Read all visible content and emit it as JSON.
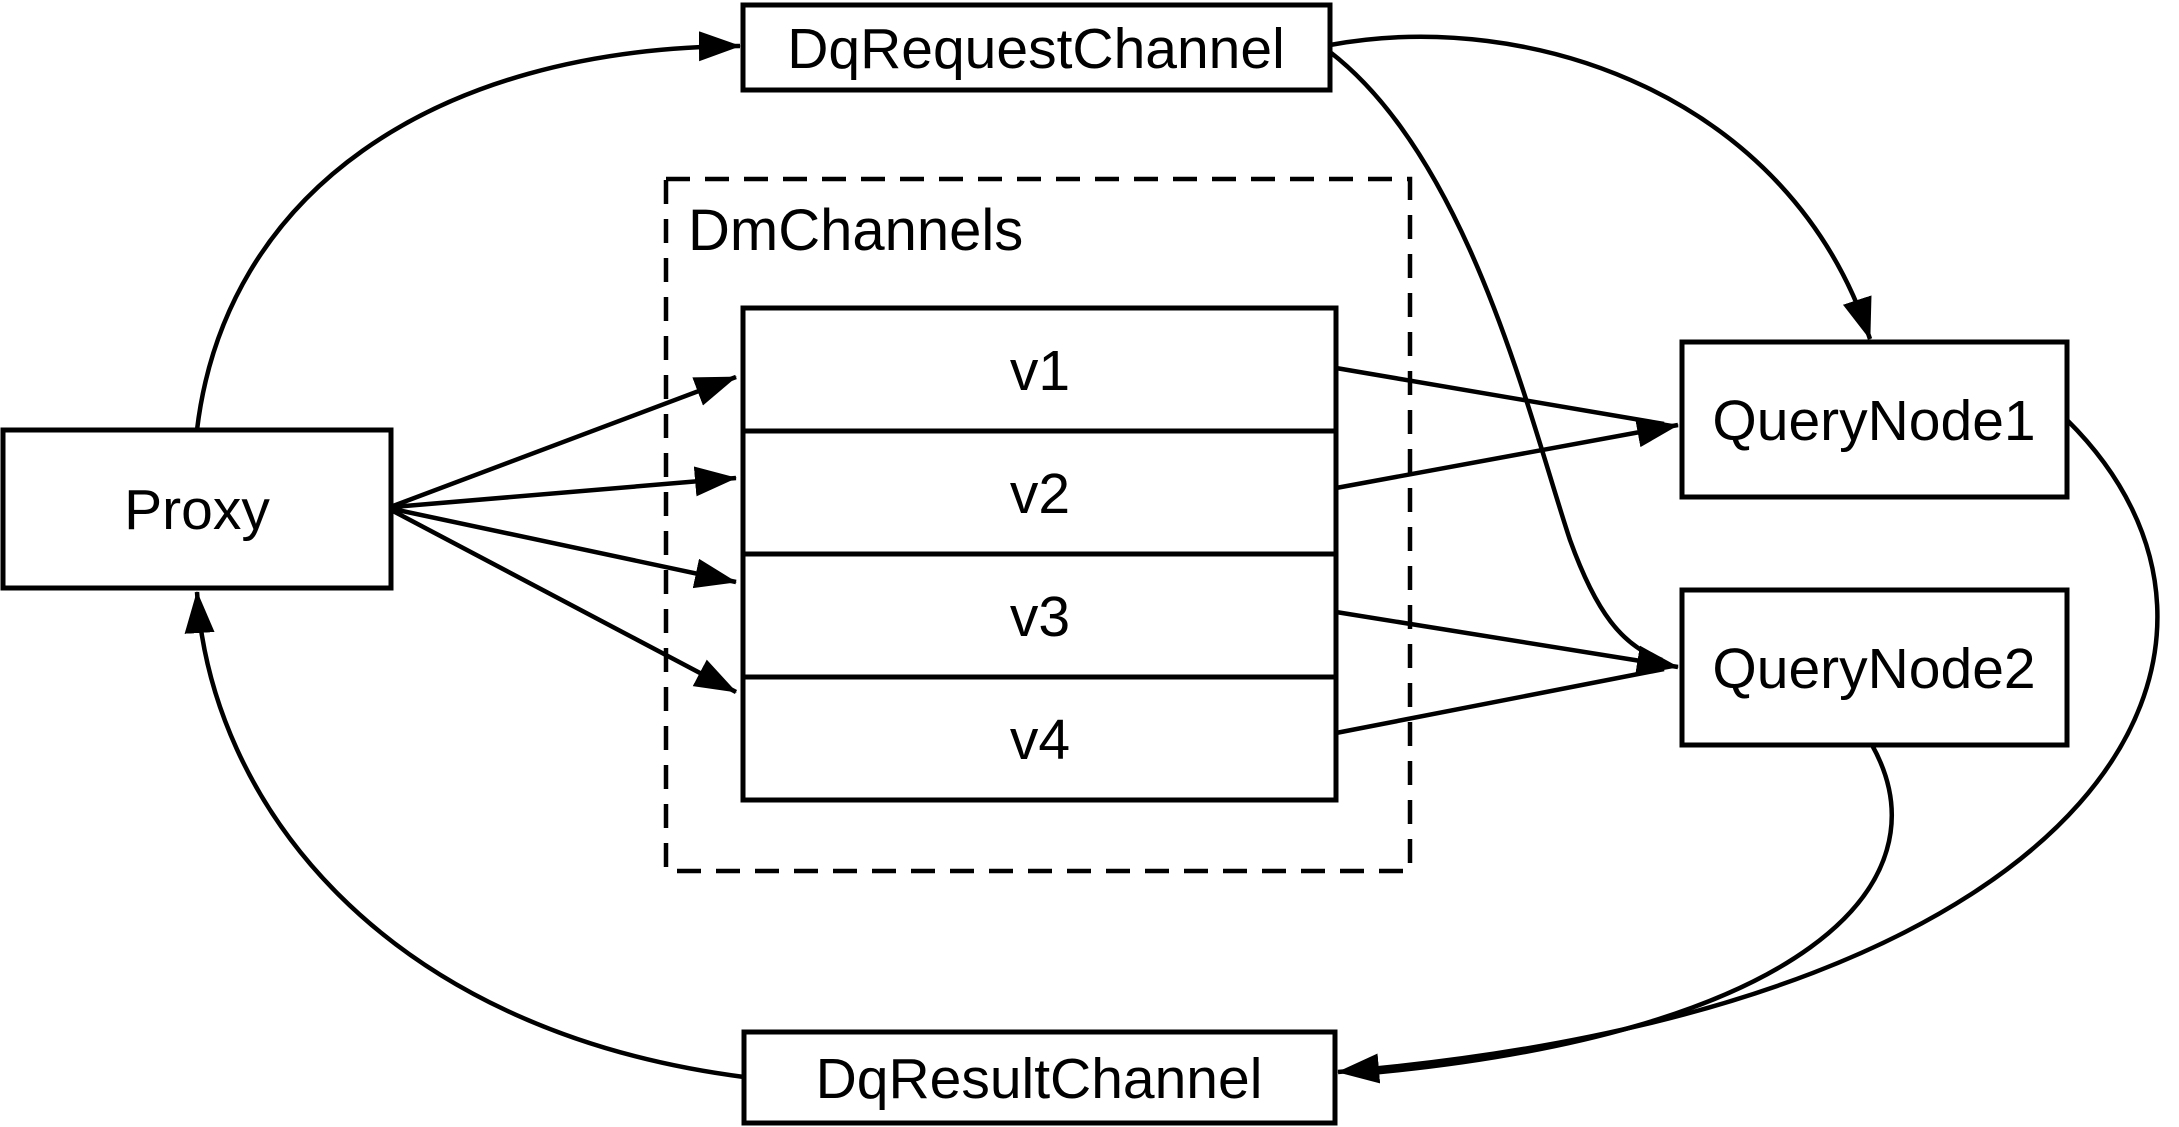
{
  "diagram": {
    "background": "#ffffff",
    "stroke_color": "#000000",
    "nodes": {
      "proxy": {
        "label": "Proxy"
      },
      "dq_request_channel": {
        "label": "DqRequestChannel"
      },
      "dm_channels": {
        "label": "DmChannels",
        "channels": [
          "v1",
          "v2",
          "v3",
          "v4"
        ]
      },
      "query_node1": {
        "label": "QueryNode1"
      },
      "query_node2": {
        "label": "QueryNode2"
      },
      "dq_result_channel": {
        "label": "DqResultChannel"
      }
    },
    "edges": [
      {
        "from": "Proxy",
        "to": "DqRequestChannel"
      },
      {
        "from": "DqRequestChannel",
        "to": "QueryNode1"
      },
      {
        "from": "DqRequestChannel",
        "to": "QueryNode2"
      },
      {
        "from": "Proxy",
        "to": "v1"
      },
      {
        "from": "Proxy",
        "to": "v2"
      },
      {
        "from": "Proxy",
        "to": "v3"
      },
      {
        "from": "Proxy",
        "to": "v4"
      },
      {
        "from": "v1",
        "to": "QueryNode1"
      },
      {
        "from": "v2",
        "to": "QueryNode1"
      },
      {
        "from": "v3",
        "to": "QueryNode2"
      },
      {
        "from": "v4",
        "to": "QueryNode2"
      },
      {
        "from": "QueryNode1",
        "to": "DqResultChannel"
      },
      {
        "from": "QueryNode2",
        "to": "DqResultChannel"
      },
      {
        "from": "DqResultChannel",
        "to": "Proxy"
      }
    ]
  }
}
